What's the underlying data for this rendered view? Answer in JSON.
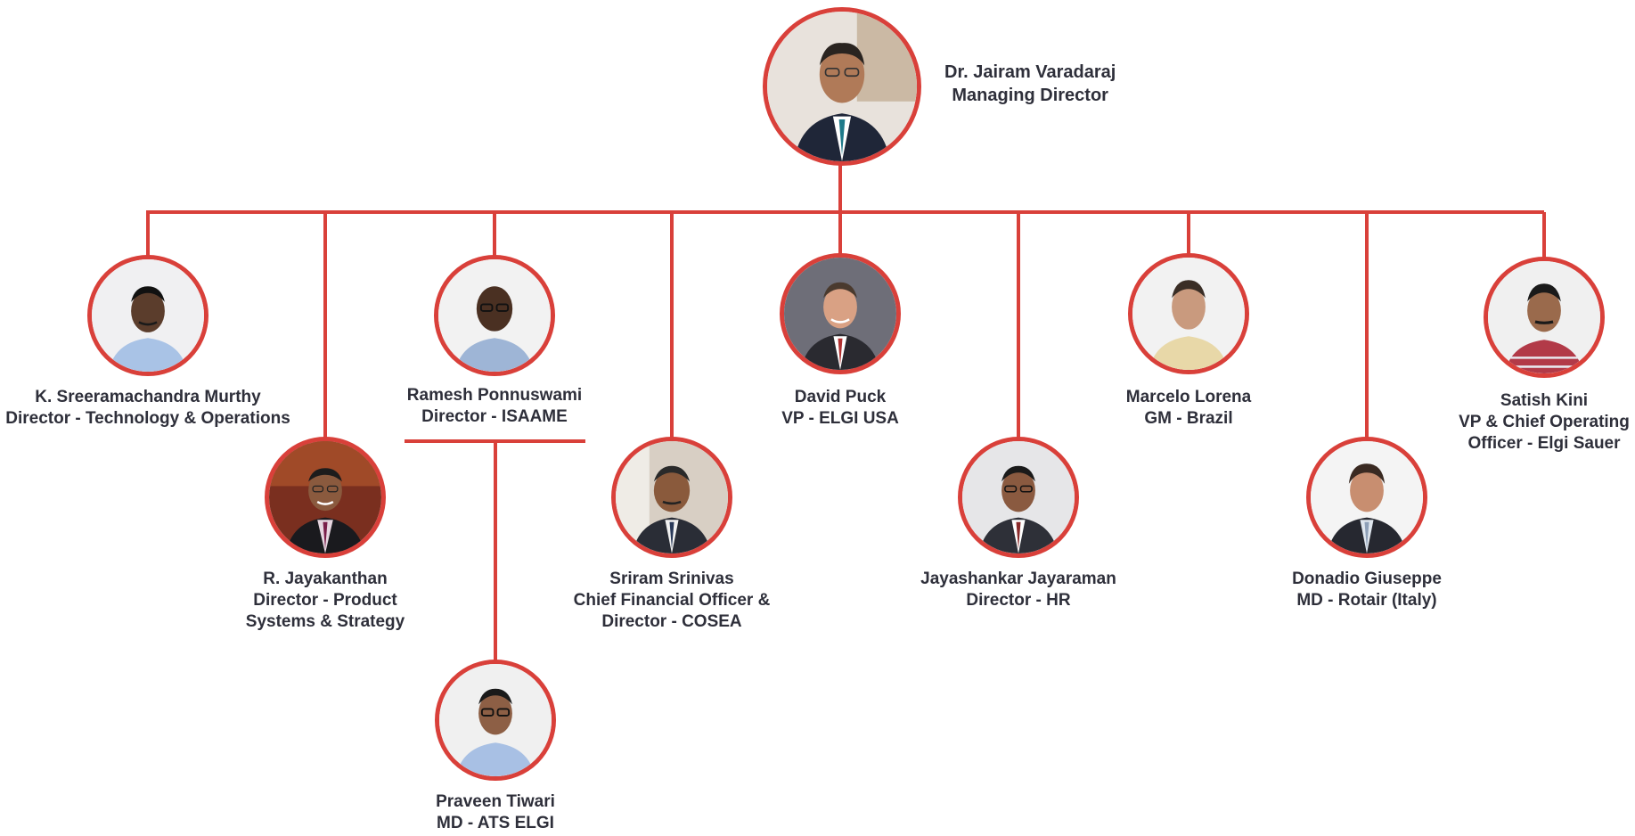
{
  "colors": {
    "accent": "#d9403a",
    "text": "#2e2f3a",
    "background": "#ffffff"
  },
  "head": {
    "name": "Dr. Jairam Varadaraj",
    "role": "Managing Director"
  },
  "members": [
    {
      "id": "murthy",
      "name": "K. Sreeramachandra Murthy",
      "role": "Director - Technology & Operations",
      "role2": "",
      "role3": ""
    },
    {
      "id": "jayakanthan",
      "name": "R. Jayakanthan",
      "role": "Director - Product",
      "role2": "Systems & Strategy",
      "role3": ""
    },
    {
      "id": "ponnuswami",
      "name": "Ramesh Ponnuswami",
      "role": "Director - ISAAME",
      "role2": "",
      "role3": ""
    },
    {
      "id": "tiwari",
      "name": "Praveen Tiwari",
      "role": "MD - ATS ELGI",
      "role2": "",
      "role3": ""
    },
    {
      "id": "srinivas",
      "name": "Sriram Srinivas",
      "role": "Chief Financial Officer &",
      "role2": "Director - COSEA",
      "role3": ""
    },
    {
      "id": "puck",
      "name": "David Puck",
      "role": "VP - ELGI USA",
      "role2": "",
      "role3": ""
    },
    {
      "id": "jayaraman",
      "name": "Jayashankar Jayaraman",
      "role": "Director - HR",
      "role2": "",
      "role3": ""
    },
    {
      "id": "lorena",
      "name": "Marcelo Lorena",
      "role": "GM - Brazil",
      "role2": "",
      "role3": ""
    },
    {
      "id": "giuseppe",
      "name": "Donadio Giuseppe",
      "role": "MD - Rotair (Italy)",
      "role2": "",
      "role3": ""
    },
    {
      "id": "kini",
      "name": "Satish Kini",
      "role": "VP & Chief Operating",
      "role2": "Officer - Elgi Sauer",
      "role3": ""
    }
  ]
}
